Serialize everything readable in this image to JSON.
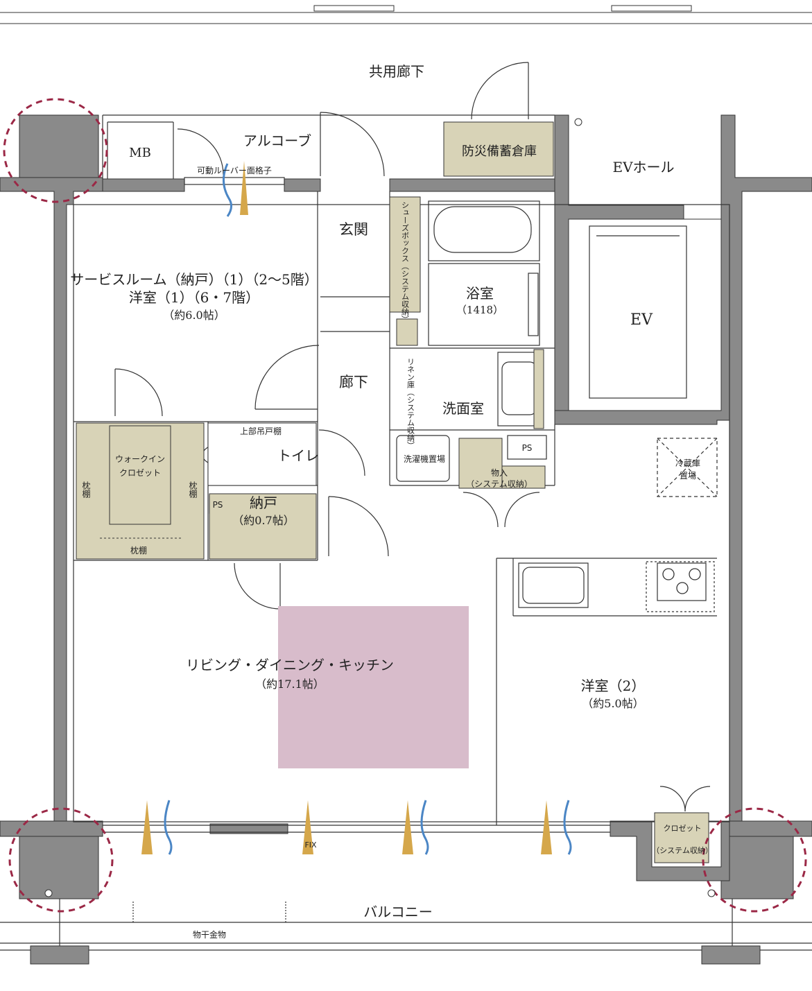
{
  "rooms": {
    "common_corridor": "共用廊下",
    "mb": "MB",
    "alcove": "アルコーブ",
    "disaster_storage": "防災備蓄倉庫",
    "ev_hall": "EVホール",
    "louver_lattice": "可動ルーバー面格子",
    "shoe_box": "シューズボックス（システム収納）",
    "entrance": "玄関",
    "bath": "浴室",
    "bath_size": "（1418）",
    "ev": "EV",
    "service_room_line1": "サービスルーム（納戸）（1）（2〜5階）",
    "service_room_line2": "洋室（1）（6・7階）",
    "service_room_size": "（約6.0帖）",
    "hallway": "廊下",
    "linen": "リネン庫（システム収納）",
    "washroom": "洗面室",
    "upper_shelf": "上部吊戸棚",
    "toilet": "トイレ",
    "walkin_line1": "ウォークイン",
    "walkin_line2": "クロゼット",
    "pillow_shelf": "枕棚",
    "ps": "PS",
    "storage": "納戸",
    "storage_size": "（約0.7帖）",
    "washer": "洗濯機置場",
    "closet_line1": "物入",
    "closet_line2": "（システム収納）",
    "fridge_line1": "冷蔵庫",
    "fridge_line2": "置場",
    "ldk": "リビング・ダイニング・キッチン",
    "ldk_size": "（約17.1帖）",
    "western2": "洋室（2）",
    "western2_size": "（約5.0帖）",
    "closet_small_line1": "クロゼット",
    "closet_small_line2": "（システム収納）",
    "fix": "FIX",
    "balcony": "バルコニー",
    "clothes_pole": "物干金物"
  },
  "colors": {
    "wall": "#8a8a8a",
    "storage_fill": "#d8d3b7",
    "highlight": "#d8bccb",
    "dashed_circle": "#9b2846",
    "light_orange": "#d5a74b",
    "light_blue": "#4b86c5"
  }
}
